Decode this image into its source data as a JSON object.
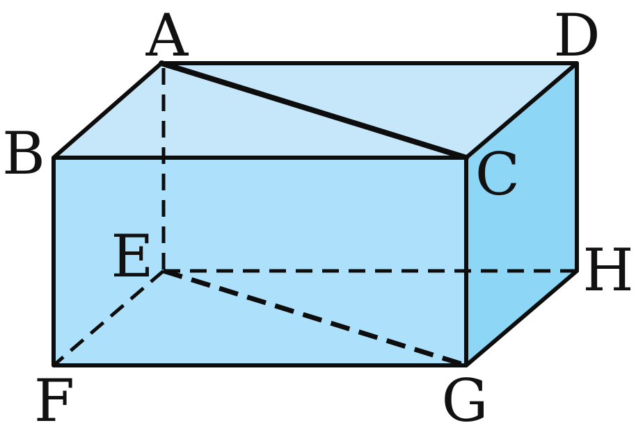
{
  "diagram": {
    "colors": {
      "top_face": "#c6e7fa",
      "front_face": "#ade0fa",
      "side_face": "#8ed6f6",
      "stroke": "#0d0d0d"
    },
    "vertices": {
      "A": "A",
      "B": "B",
      "C": "C",
      "D": "D",
      "E": "E",
      "F": "F",
      "G": "G",
      "H": "H"
    }
  }
}
